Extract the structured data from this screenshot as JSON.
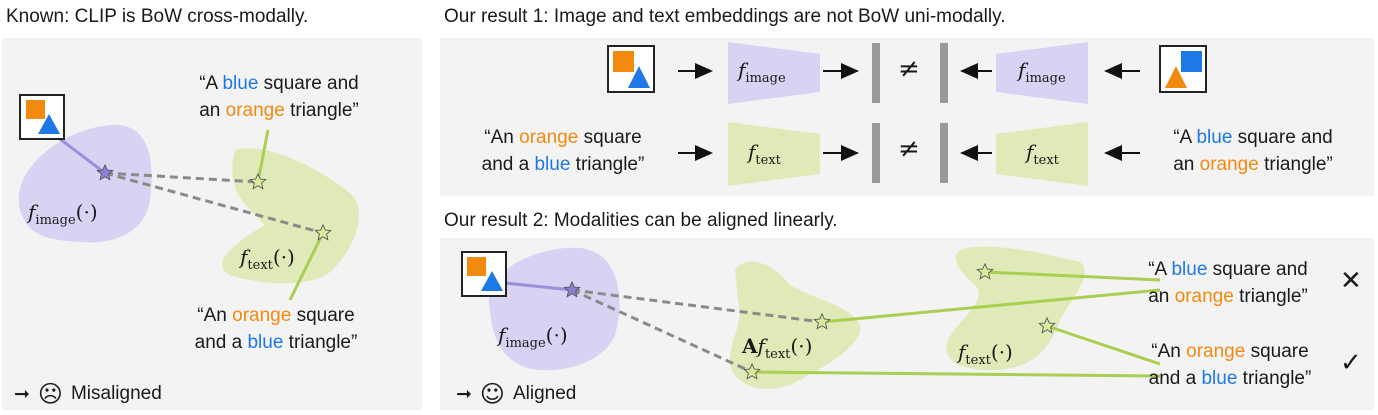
{
  "colors": {
    "blue": "#1e78e6",
    "orange": "#f28a10",
    "purple": "#d9d2f3",
    "green": "#dfeab8",
    "line_green": "#a9cf52",
    "line_purple": "#9d8fdc",
    "dash": "#8a8a8a",
    "panel": "#f3f3f3"
  },
  "known_panel": {
    "title": "Known: CLIP is BoW cross-modally.",
    "caption_top": {
      "line1_pre": "“A ",
      "line1_color": "blue",
      "line1_post": " square and",
      "line2_pre": "an ",
      "line2_color": "orange",
      "line2_post": " triangle”"
    },
    "caption_bottom": {
      "line1_pre": "“An ",
      "line1_color": "orange",
      "line1_post": " square",
      "line2_pre": "and a ",
      "line2_color": "blue",
      "line2_post": " triangle”"
    },
    "f_image": {
      "f": "f",
      "sub": "image",
      "arg": "(·)"
    },
    "f_text": {
      "f": "f",
      "sub": "text",
      "arg": "(·)"
    },
    "status": {
      "arrow": "➞",
      "face": "☹",
      "label": "Misaligned"
    }
  },
  "result1_panel": {
    "title": "Our result 1: Image and text embeddings are not BoW uni-modally.",
    "row1": {
      "f": "f",
      "sub": "image",
      "neq": "≠"
    },
    "row2": {
      "f": "f",
      "sub": "text",
      "neq": "≠",
      "left_caption": {
        "line1_pre": "“An ",
        "line1_color": "orange",
        "line1_post": " square",
        "line2_pre": "and a ",
        "line2_color": "blue",
        "line2_post": " triangle”"
      },
      "right_caption": {
        "line1_pre": "“A ",
        "line1_color": "blue",
        "line1_post": " square and",
        "line2_pre": "an ",
        "line2_color": "orange",
        "line2_post": " triangle”"
      }
    }
  },
  "result2_panel": {
    "title": "Our result 2: Modalities can be aligned linearly.",
    "f_image": {
      "f": "f",
      "sub": "image",
      "arg": "(·)"
    },
    "a_f_text": {
      "a": "A",
      "f": "f",
      "sub": "text",
      "arg": "(·)"
    },
    "f_text": {
      "f": "f",
      "sub": "text",
      "arg": "(·)"
    },
    "caption_top": {
      "line1_pre": "“A ",
      "line1_color": "blue",
      "line1_post": " square and",
      "line2_pre": "an ",
      "line2_color": "orange",
      "line2_post": " triangle”",
      "mark": "✕"
    },
    "caption_bottom": {
      "line1_pre": "“An ",
      "line1_color": "orange",
      "line1_post": " square",
      "line2_pre": "and a ",
      "line2_color": "blue",
      "line2_post": " triangle”",
      "mark": "✓"
    },
    "status": {
      "arrow": "➞",
      "face": "☺",
      "label": "Aligned"
    }
  }
}
